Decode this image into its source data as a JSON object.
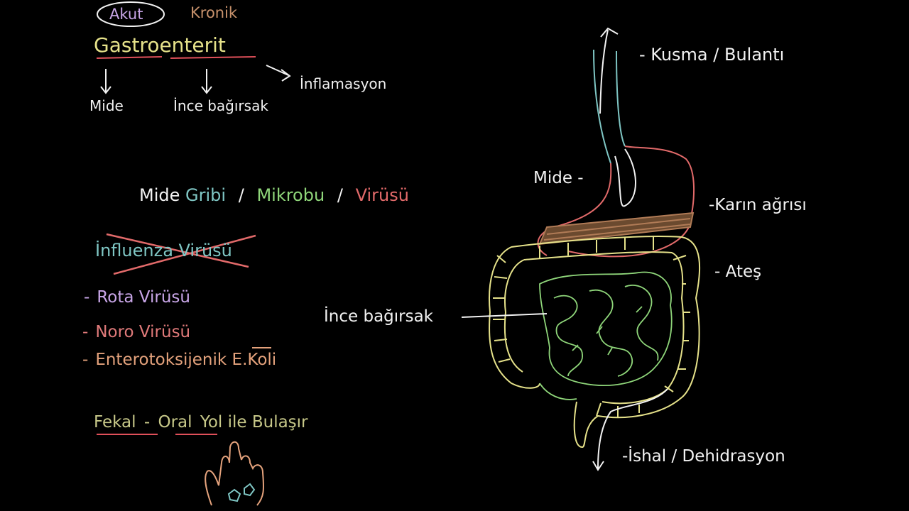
{
  "colors": {
    "white": "#f2f2f2",
    "purple": "#c9a6e8",
    "tan": "#c8926c",
    "yellow": "#e6e28a",
    "teal": "#7fc6c4",
    "green": "#8fd67a",
    "red": "#e26a6a",
    "pink": "#e07a7a",
    "orange": "#e4a27c",
    "olive": "#c7c889",
    "lime": "#b9e870",
    "brown": "#b07b56",
    "underline_red": "#e0505a"
  },
  "header": {
    "akut": "Akut",
    "kronik": "Kronik",
    "title": "Gastroenterit",
    "inflammation": "İnflamasyon",
    "stomach": "Mide",
    "small_intestine": "İnce bağırsak"
  },
  "flu_line": {
    "mide": "Mide",
    "gribi": "Gribi",
    "sep1": "/",
    "mikrobu": "Mikrobu",
    "sep2": "/",
    "virusu": "Virüsü"
  },
  "influenza": "İnfluenza Virüsü",
  "causes": [
    {
      "dash": "-",
      "label": "Rota Virüsü"
    },
    {
      "dash": "-",
      "label": "Noro Virüsü"
    },
    {
      "dash": "-",
      "label": "Enterotoksijenik E.Koli"
    }
  ],
  "transmission": {
    "fekal": "Fekal",
    "dash": "-",
    "oral": "Oral",
    "rest": "Yol ile Bulaşır"
  },
  "anatomy": {
    "stomach_label": "Mide -",
    "small_intestine_label": "İnce bağırsak"
  },
  "symptoms": {
    "vomit": "- Kusma / Bulantı",
    "pain": "-Karın ağrısı",
    "fever": "- Ateş",
    "diarrhea": "-İshal / Dehidrasyon"
  }
}
